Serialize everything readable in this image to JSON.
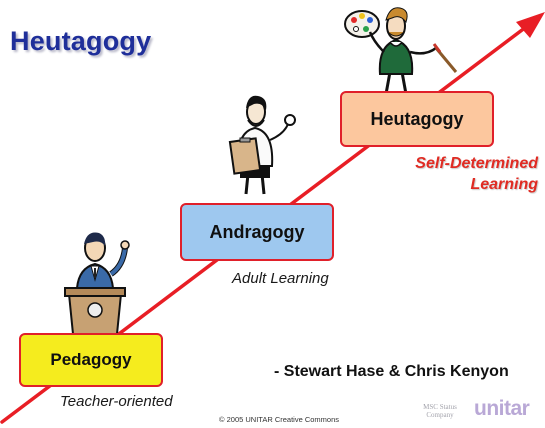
{
  "title": "Heutagogy",
  "stages": [
    {
      "name": "Pedagogy",
      "subtitle": "Teacher-oriented"
    },
    {
      "name": "Andragogy",
      "subtitle": "Adult Learning"
    },
    {
      "name": "Heutagogy",
      "subtitle_line1": "Self-Determined",
      "subtitle_line2": "Learning"
    }
  ],
  "attribution": "- Stewart Hase & Chris Kenyon",
  "copyright": "© 2005 UNITAR Creative Commons",
  "logos": {
    "msc": "MSC Status Company",
    "unitar": "unitar"
  },
  "colors": {
    "arrow": "#e81e25",
    "title": "#1f2f9a",
    "pedagogy_fill": "#f5ec1e",
    "andragogy_fill": "#9ec8ef",
    "heutagogy_fill": "#fcc79e",
    "box_border": "#e0202a",
    "self_determined_text": "#e02b23"
  },
  "icons": [
    "teacher-at-podium-icon",
    "doctor-with-clipboard-icon",
    "painter-with-palette-icon"
  ]
}
